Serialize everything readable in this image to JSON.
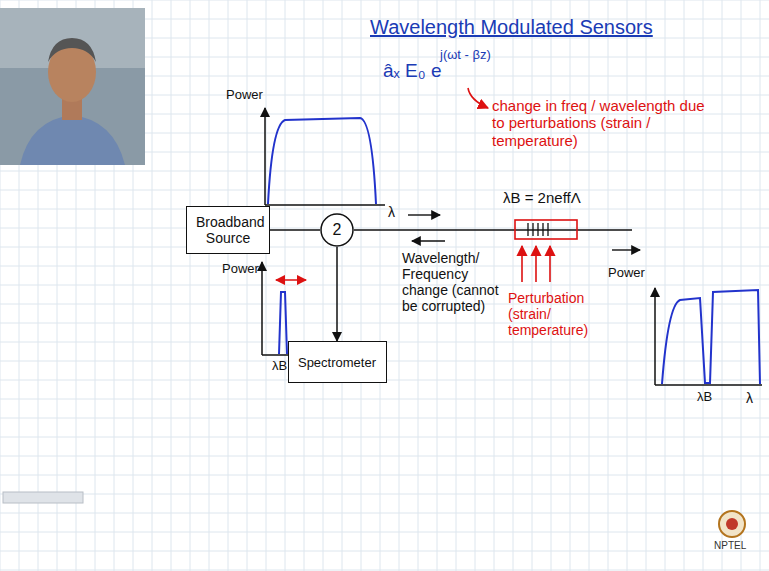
{
  "diagram": {
    "title": "Wavelength Modulated Sensors",
    "nodes": [
      {
        "text": [
          "Broadband Source"
        ]
      },
      {
        "text": [
          "2"
        ]
      },
      {
        "text": [
          "Spectrometer"
        ]
      }
    ],
    "edges": [
      {
        "from": 0,
        "to": 1,
        "arrow": "none"
      },
      {
        "from": 1,
        "to": 2,
        "arrow": "to"
      }
    ],
    "labels": [
      "âₓ E₀ e",
      "j(ωt - βz)",
      "change in freq / wavelength due to perturbations (strain / temperature)",
      "Power",
      "λ",
      "λB = 2neffΛ",
      "Power",
      "λB",
      "Wavelength/ Frequency change (cannot be corrupted)",
      "Perturbation (strain/ temperature)",
      "Power",
      "λB",
      "λ",
      "NPTEL"
    ]
  }
}
